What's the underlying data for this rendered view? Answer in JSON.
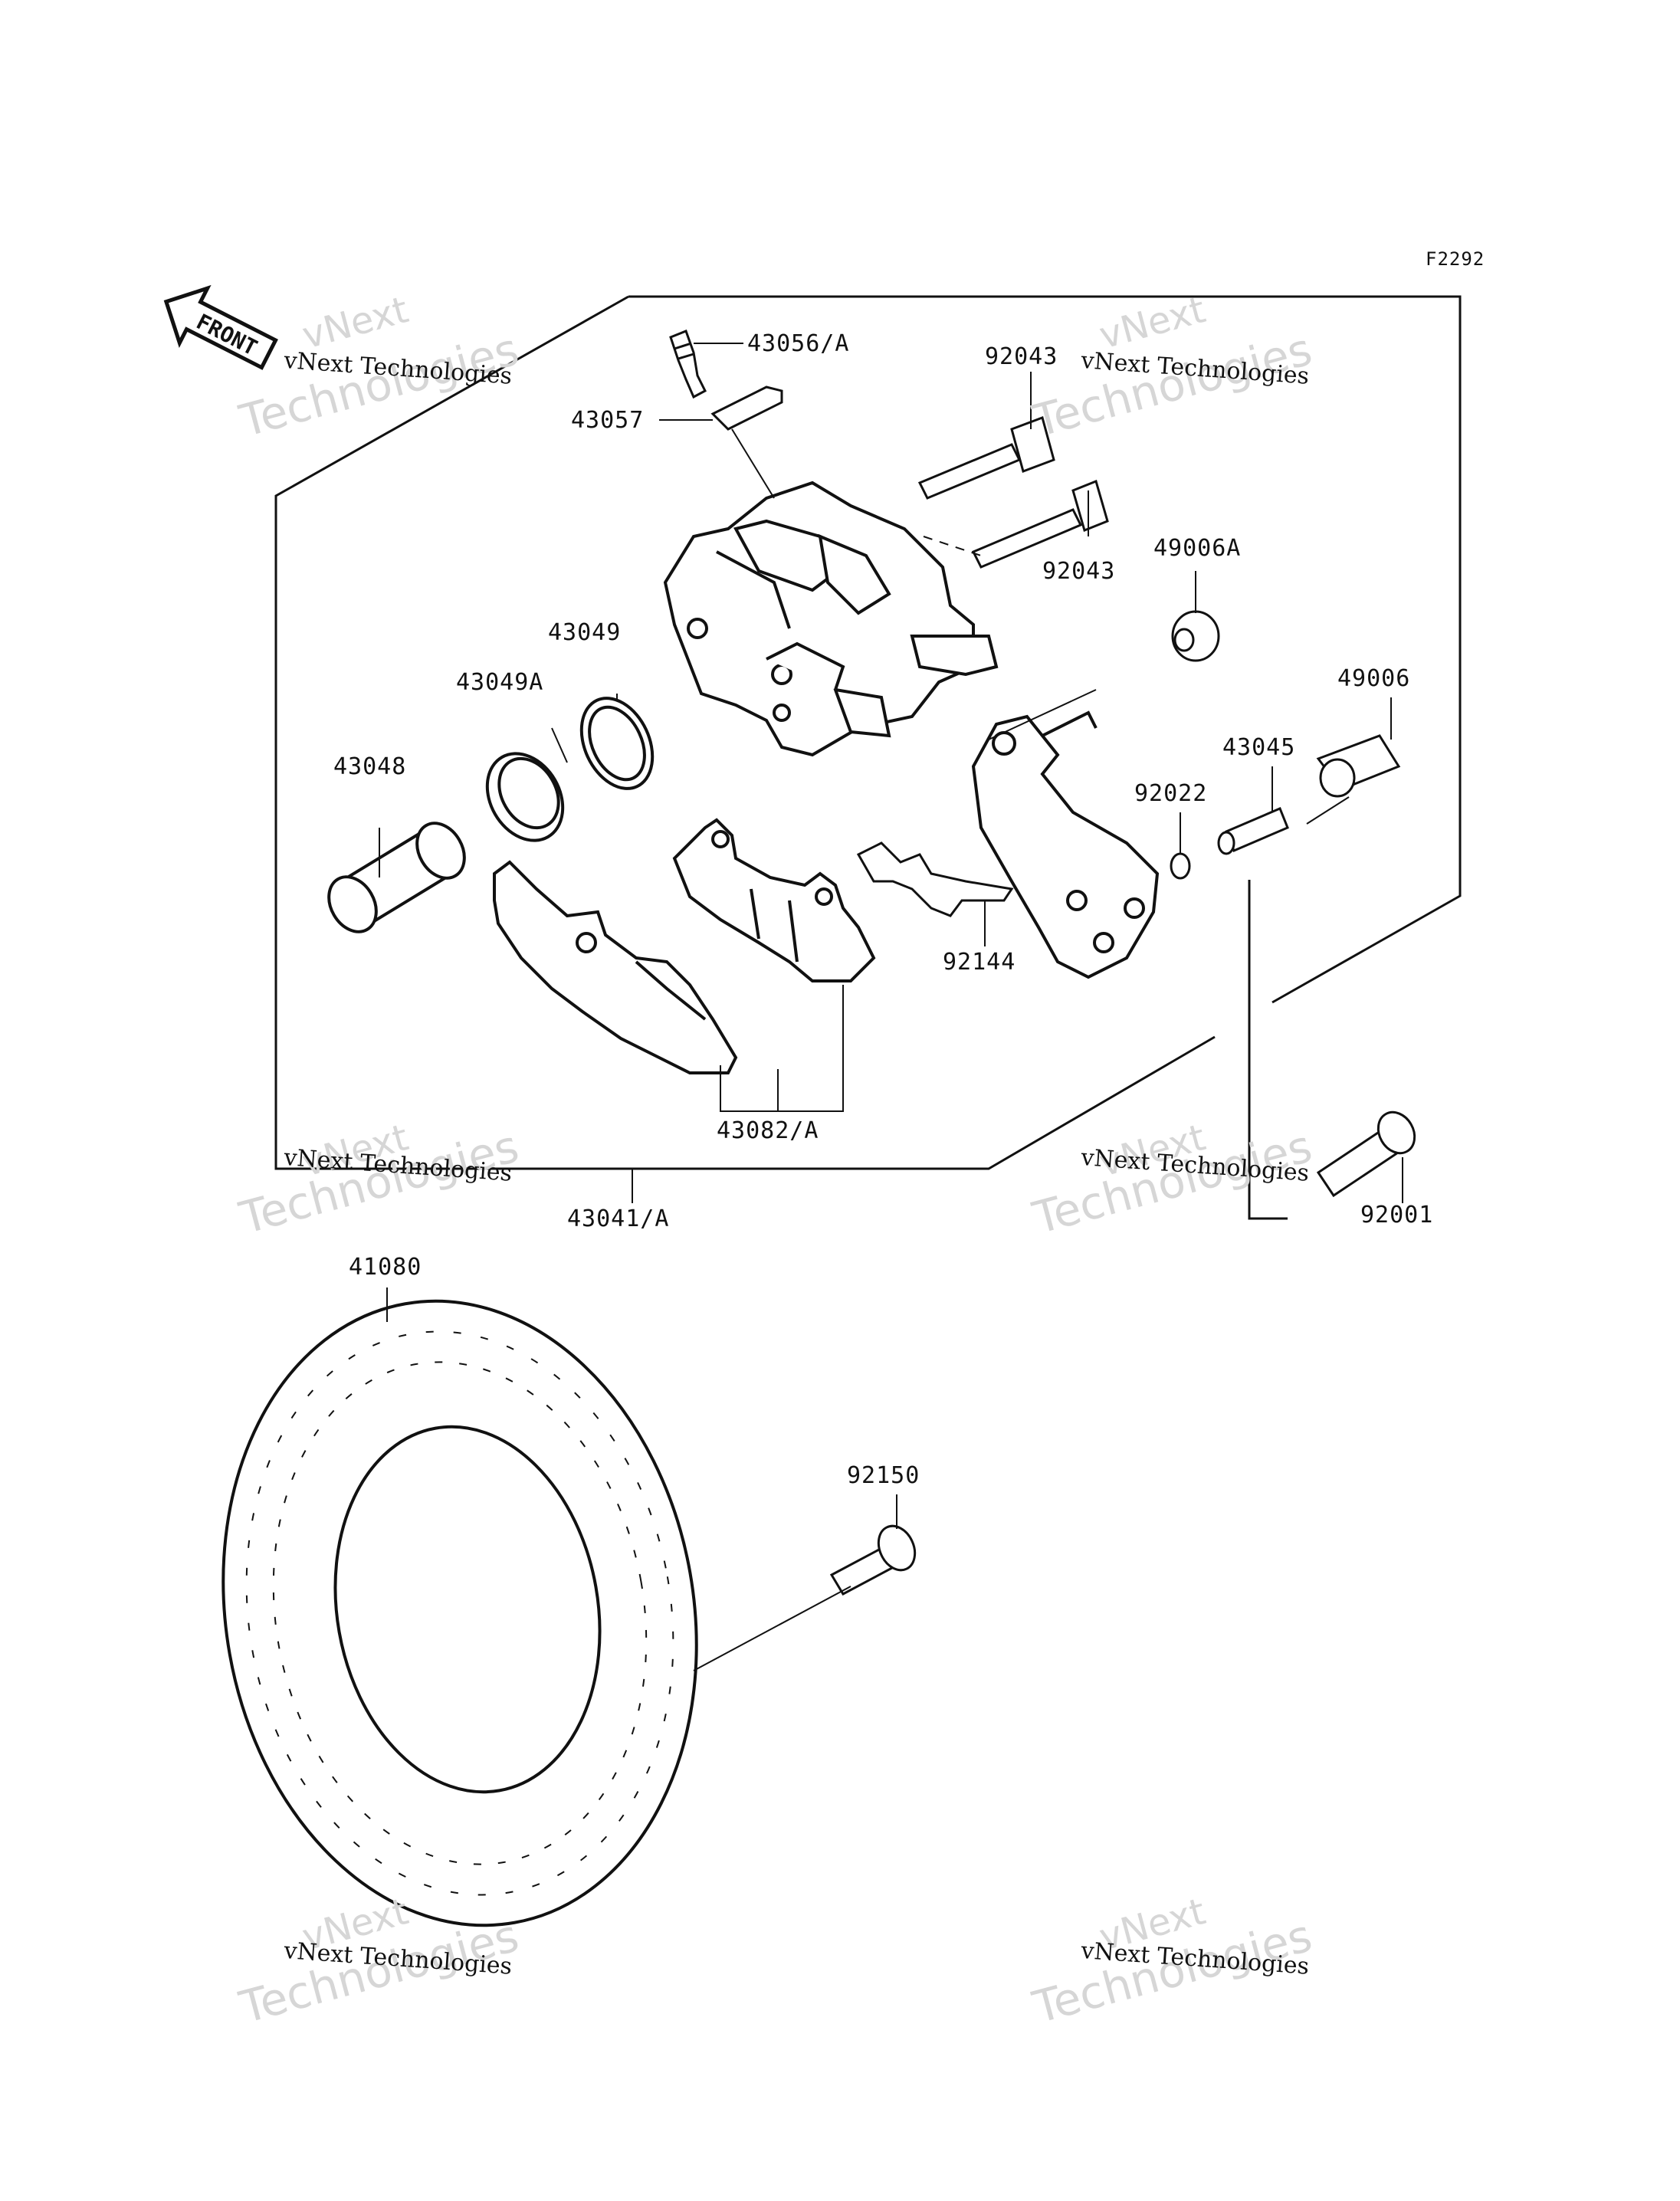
{
  "figure_code": "F2292",
  "front_badge": "FRONT",
  "parts": [
    {
      "id": "p-43056",
      "label": "43056/A"
    },
    {
      "id": "p-43057",
      "label": "43057"
    },
    {
      "id": "p-92043-top",
      "label": "92043"
    },
    {
      "id": "p-92043-mid",
      "label": "92043"
    },
    {
      "id": "p-49006a",
      "label": "49006A"
    },
    {
      "id": "p-49006",
      "label": "49006"
    },
    {
      "id": "p-43049",
      "label": "43049"
    },
    {
      "id": "p-43049a",
      "label": "43049A"
    },
    {
      "id": "p-43048",
      "label": "43048"
    },
    {
      "id": "p-43045",
      "label": "43045"
    },
    {
      "id": "p-92022",
      "label": "92022"
    },
    {
      "id": "p-92144",
      "label": "92144"
    },
    {
      "id": "p-43082",
      "label": "43082/A"
    },
    {
      "id": "p-43041",
      "label": "43041/A"
    },
    {
      "id": "p-92001",
      "label": "92001"
    },
    {
      "id": "p-41080",
      "label": "41080"
    },
    {
      "id": "p-92150",
      "label": "92150"
    }
  ],
  "watermark": {
    "line1": "vNext Technologies",
    "line2": "Technologies",
    "line3": "vNext"
  }
}
